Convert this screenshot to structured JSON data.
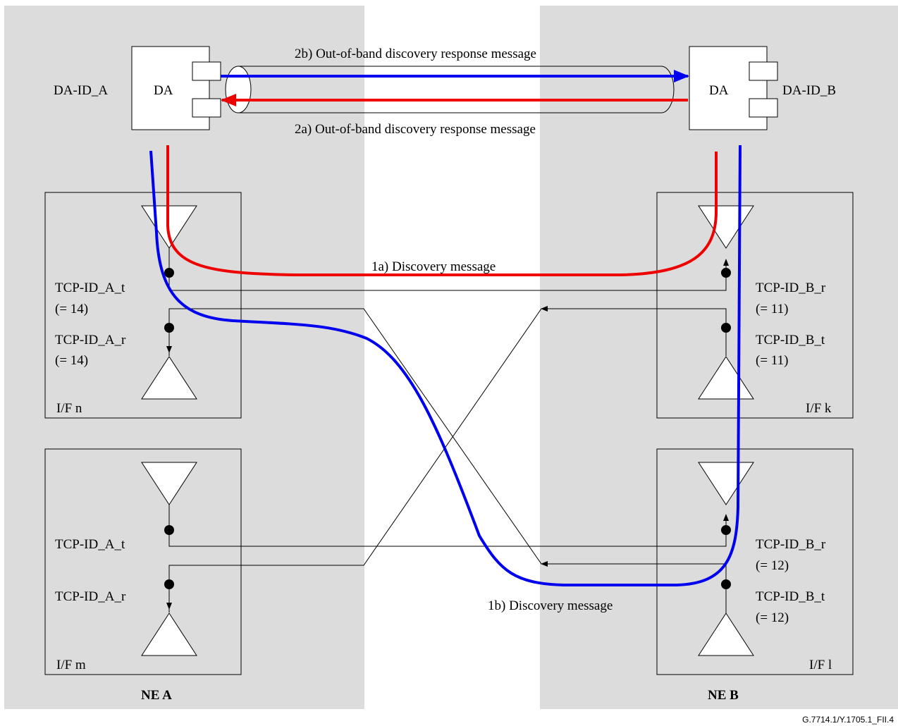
{
  "colors": {
    "background_ne": "#dcdcdc",
    "blue_path": "#0000ee",
    "red_path": "#ee0000",
    "line": "#000000",
    "box_fill": "#ffffff"
  },
  "ne_a": {
    "label": "NE A",
    "da_id": "DA-ID_A",
    "da_label": "DA",
    "if_n": {
      "name": "I/F n",
      "tcp_t": "TCP-ID_A_t",
      "tcp_t_value": "(= 14)",
      "tcp_r": "TCP-ID_A_r",
      "tcp_r_value": "(= 14)"
    },
    "if_m": {
      "name": "I/F m",
      "tcp_t": "TCP-ID_A_t",
      "tcp_r": "TCP-ID_A_r"
    }
  },
  "ne_b": {
    "label": "NE B",
    "da_id": "DA-ID_B",
    "da_label": "DA",
    "if_k": {
      "name": "I/F k",
      "tcp_r": "TCP-ID_B_r",
      "tcp_r_value": "(= 11)",
      "tcp_t": "TCP-ID_B_t",
      "tcp_t_value": "(= 11)"
    },
    "if_l": {
      "name": "I/F l",
      "tcp_r": "TCP-ID_B_r",
      "tcp_r_value": "(= 12)",
      "tcp_t": "TCP-ID_B_t",
      "tcp_t_value": "(= 12)"
    }
  },
  "messages": {
    "msg_2b": "2b) Out-of-band discovery response message",
    "msg_2a": "2a) Out-of-band discovery response message",
    "msg_1a": "1a) Discovery message",
    "msg_1b": "1b) Discovery message"
  },
  "figure_id": "G.7714.1/Y.1705.1_FII.4"
}
